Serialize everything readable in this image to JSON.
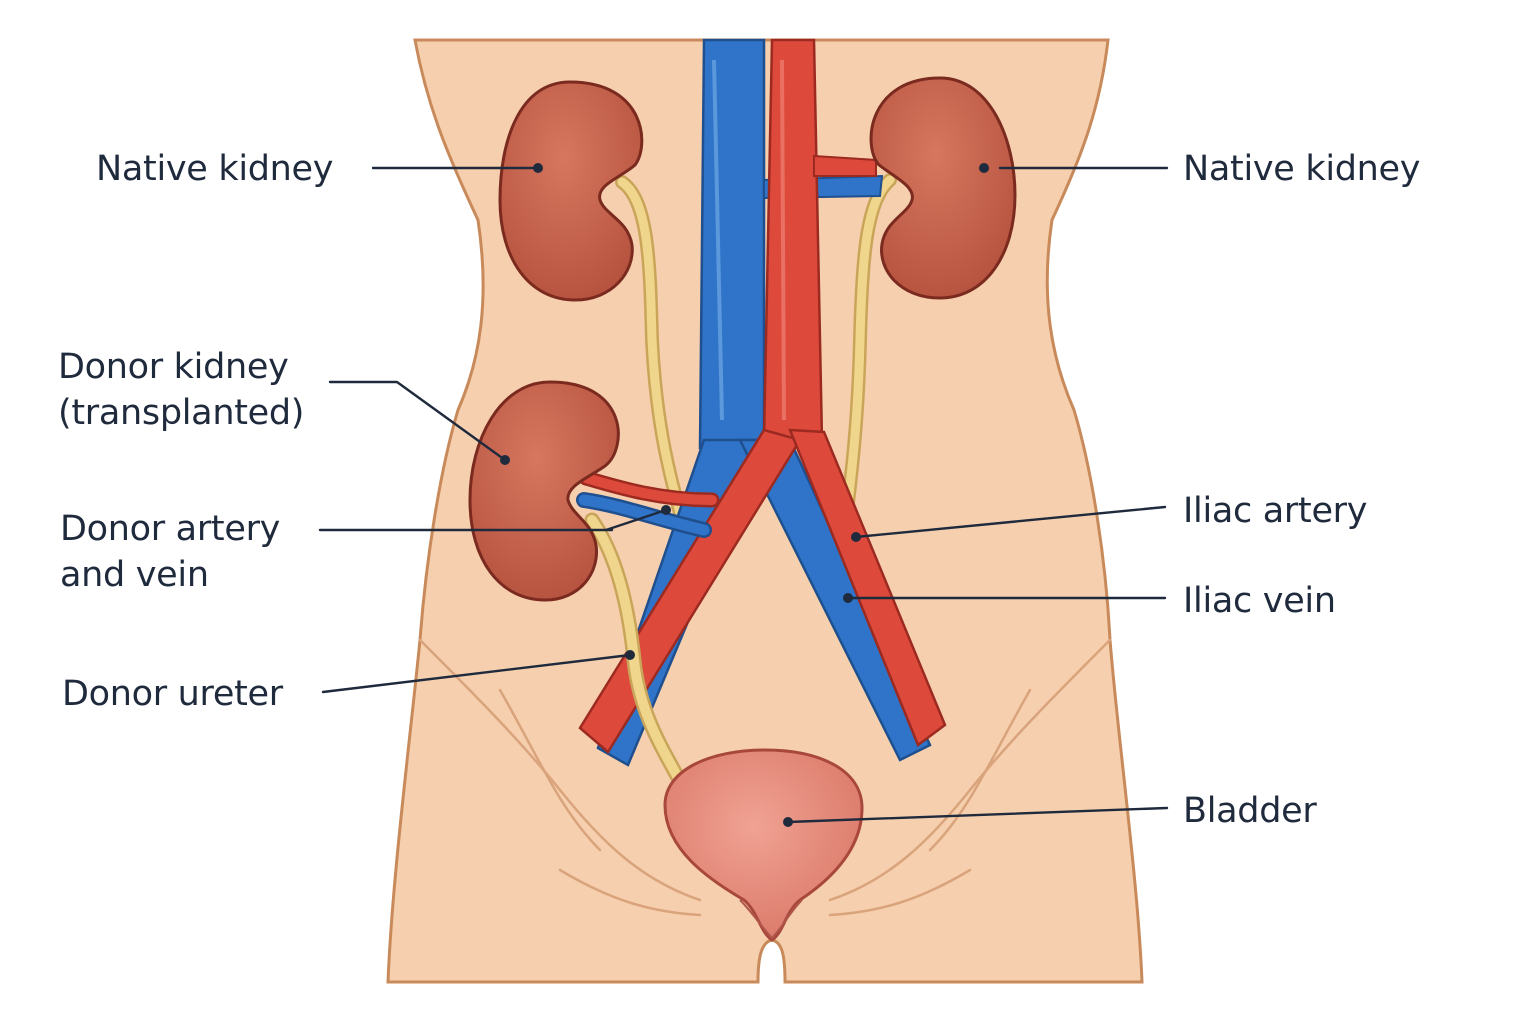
{
  "labels": {
    "native_kidney_left": "Native kidney",
    "native_kidney_right": "Native kidney",
    "donor_kidney_line1": "Donor kidney",
    "donor_kidney_line2": "(transplanted)",
    "donor_vessels_line1": "Donor artery",
    "donor_vessels_line2": "and vein",
    "donor_ureter": "Donor ureter",
    "iliac_artery": "Iliac artery",
    "iliac_vein": "Iliac vein",
    "bladder": "Bladder"
  },
  "colors": {
    "skin": "#f6cfae",
    "skin_outline": "#c88a5a",
    "kidney": "#c65f4a",
    "kidney_outline": "#7a2a1e",
    "artery": "#dd4a3c",
    "vein": "#2f74c8",
    "ureter": "#f0d58c",
    "bladder": "#e8897c",
    "label_text": "#1f2a3d"
  }
}
